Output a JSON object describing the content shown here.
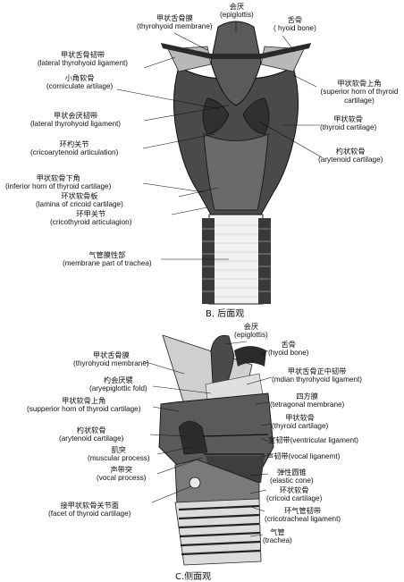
{
  "panels": [
    {
      "id": "posterior",
      "caption": "B. 后面观",
      "labels": [
        {
          "cn": "甲状舌骨膜",
          "en": "(thyrohyoid membrane)"
        },
        {
          "cn": "会厌",
          "en": "(epiglottis)"
        },
        {
          "cn": "舌骨",
          "en": "( hyoid bone)"
        },
        {
          "cn": "甲状舌骨韧带",
          "en": "(lateral thyrohyoid ligament)"
        },
        {
          "cn": "小角软骨",
          "en": "(corniculate artilage)"
        },
        {
          "cn": "甲状软骨上角",
          "en": "(superior horn of thyroid cartilage)"
        },
        {
          "cn": "甲状会厌韧带",
          "en": "(lateral thyrohyoid ligament)"
        },
        {
          "cn": "甲状软骨",
          "en": "(thyroid cartilage)"
        },
        {
          "cn": "环杓关节",
          "en": "(cricoarytenoid articulation)"
        },
        {
          "cn": "杓状软骨",
          "en": "(arytenoid cartilage)"
        },
        {
          "cn": "甲状软骨下角",
          "en": "(inferior horn of thyroid cartilage)"
        },
        {
          "cn": "环状软骨板",
          "en": "(lamina of cricoid cartilage)"
        },
        {
          "cn": "环甲关节",
          "en": "(cricothyroid articulagion)"
        },
        {
          "cn": "气管膜性部",
          "en": "(membrane part of trachea)"
        }
      ]
    },
    {
      "id": "lateral",
      "caption": "C.侧面观",
      "labels": [
        {
          "cn": "会厌",
          "en": "(epiglottis)"
        },
        {
          "cn": "甲状舌骨膜",
          "en": "(thyrohyoid membrane)"
        },
        {
          "cn": "舌骨",
          "en": "(hyoid bone)"
        },
        {
          "cn": "甲状舌骨正中韧带",
          "en": "(mdian thyrohyoid ligament)"
        },
        {
          "cn": "杓会厌襞",
          "en": "(aryepiglottic fold)"
        },
        {
          "cn": "四方膜",
          "en": "(tetragonal membrane)"
        },
        {
          "cn": "甲状软骨上角",
          "en": "(supperior horn of thyroid cartilage)"
        },
        {
          "cn": "甲状软骨",
          "en": "(thyroid cartilage)"
        },
        {
          "cn": "杓状软骨",
          "en": "(arytenoid cartilage)"
        },
        {
          "cn": "室韧带",
          "en": "(ventricular ligament)"
        },
        {
          "cn": "肌突",
          "en": "(muscular process)"
        },
        {
          "cn": "声韧带",
          "en": "(vocal liganemt)"
        },
        {
          "cn": "声带突",
          "en": "(vocal process)"
        },
        {
          "cn": "弹性圆锥",
          "en": "(elastic cone)"
        },
        {
          "cn": "环状软骨",
          "en": "(cricoid cartilage)"
        },
        {
          "cn": "接甲状软骨关节面",
          "en": "(facet of thyroid cartilage)"
        },
        {
          "cn": "环气管韧带",
          "en": "(cricotracheal ligament)"
        },
        {
          "cn": "气管",
          "en": "(trachea)"
        }
      ]
    }
  ]
}
